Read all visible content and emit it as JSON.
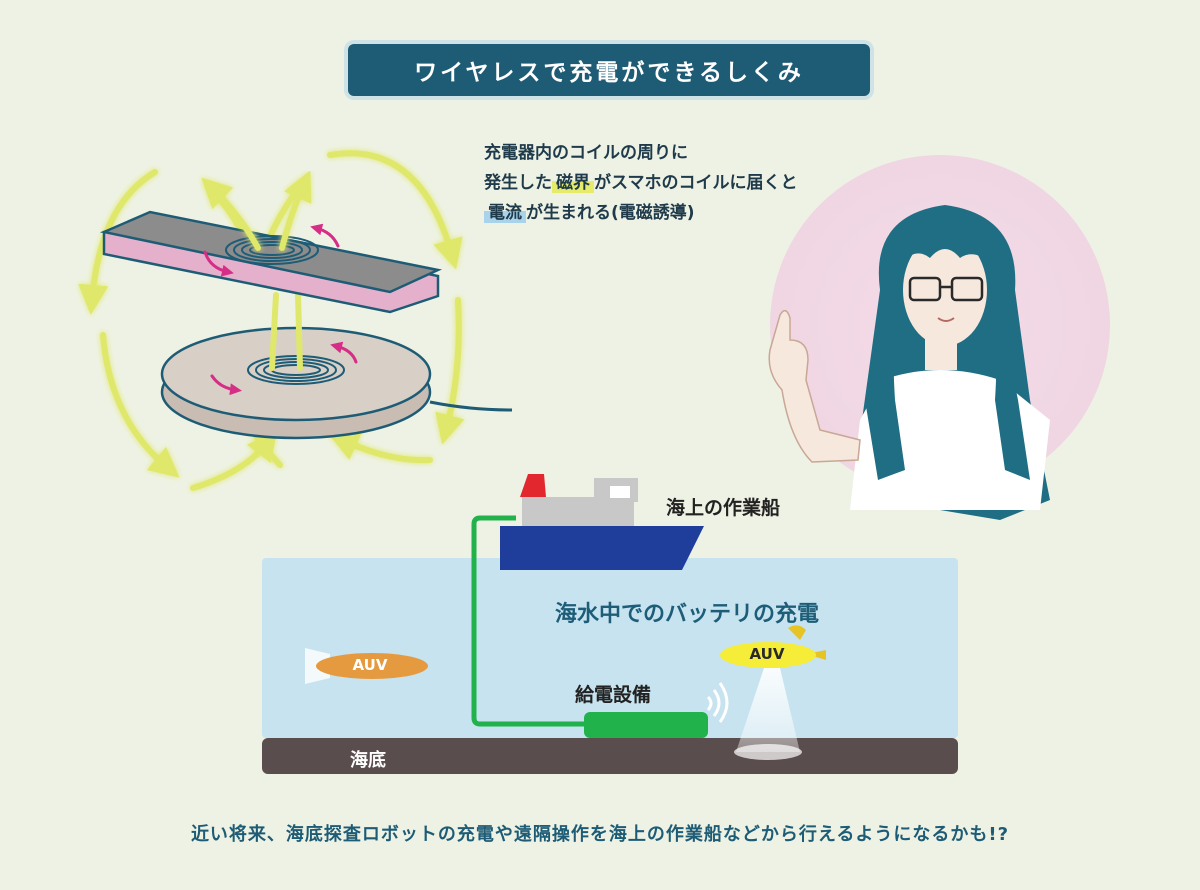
{
  "title": "ワイヤレスで充電ができるしくみ",
  "explanation": {
    "line1": "充電器内のコイルの周りに",
    "line2_before": "発生した",
    "line2_highlight": "磁界",
    "line2_after": "がスマホのコイルに届くと",
    "line3_highlight": "電流",
    "line3_after": "が生まれる(電磁誘導)"
  },
  "labels": {
    "ship": "海上の作業船",
    "sea": "海水中でのバッテリの充電",
    "station": "給電設備",
    "seabed": "海底",
    "auv_left": "AUV",
    "auv_right": "AUV"
  },
  "footer": "近い将来、海底探査ロボットの充電や遠隔操作を海上の作業船などから行えるようになるかも!?",
  "colors": {
    "title_bg": "#1e5c76",
    "field_arrow": "#dfe86a",
    "current_arrow": "#d62e86",
    "phone_body": "#8c8c8c",
    "phone_case": "#e5b0cc",
    "charger": "#d8cfc7",
    "ship_hull": "#1f3e9c",
    "ship_funnel": "#e2282e",
    "cable": "#22b24c",
    "sea": "#c6e3ef",
    "seabed": "#5a4d4d",
    "auv_left": "#e59a3f",
    "auv_right": "#f5ed38",
    "hair": "#1f6e84"
  }
}
